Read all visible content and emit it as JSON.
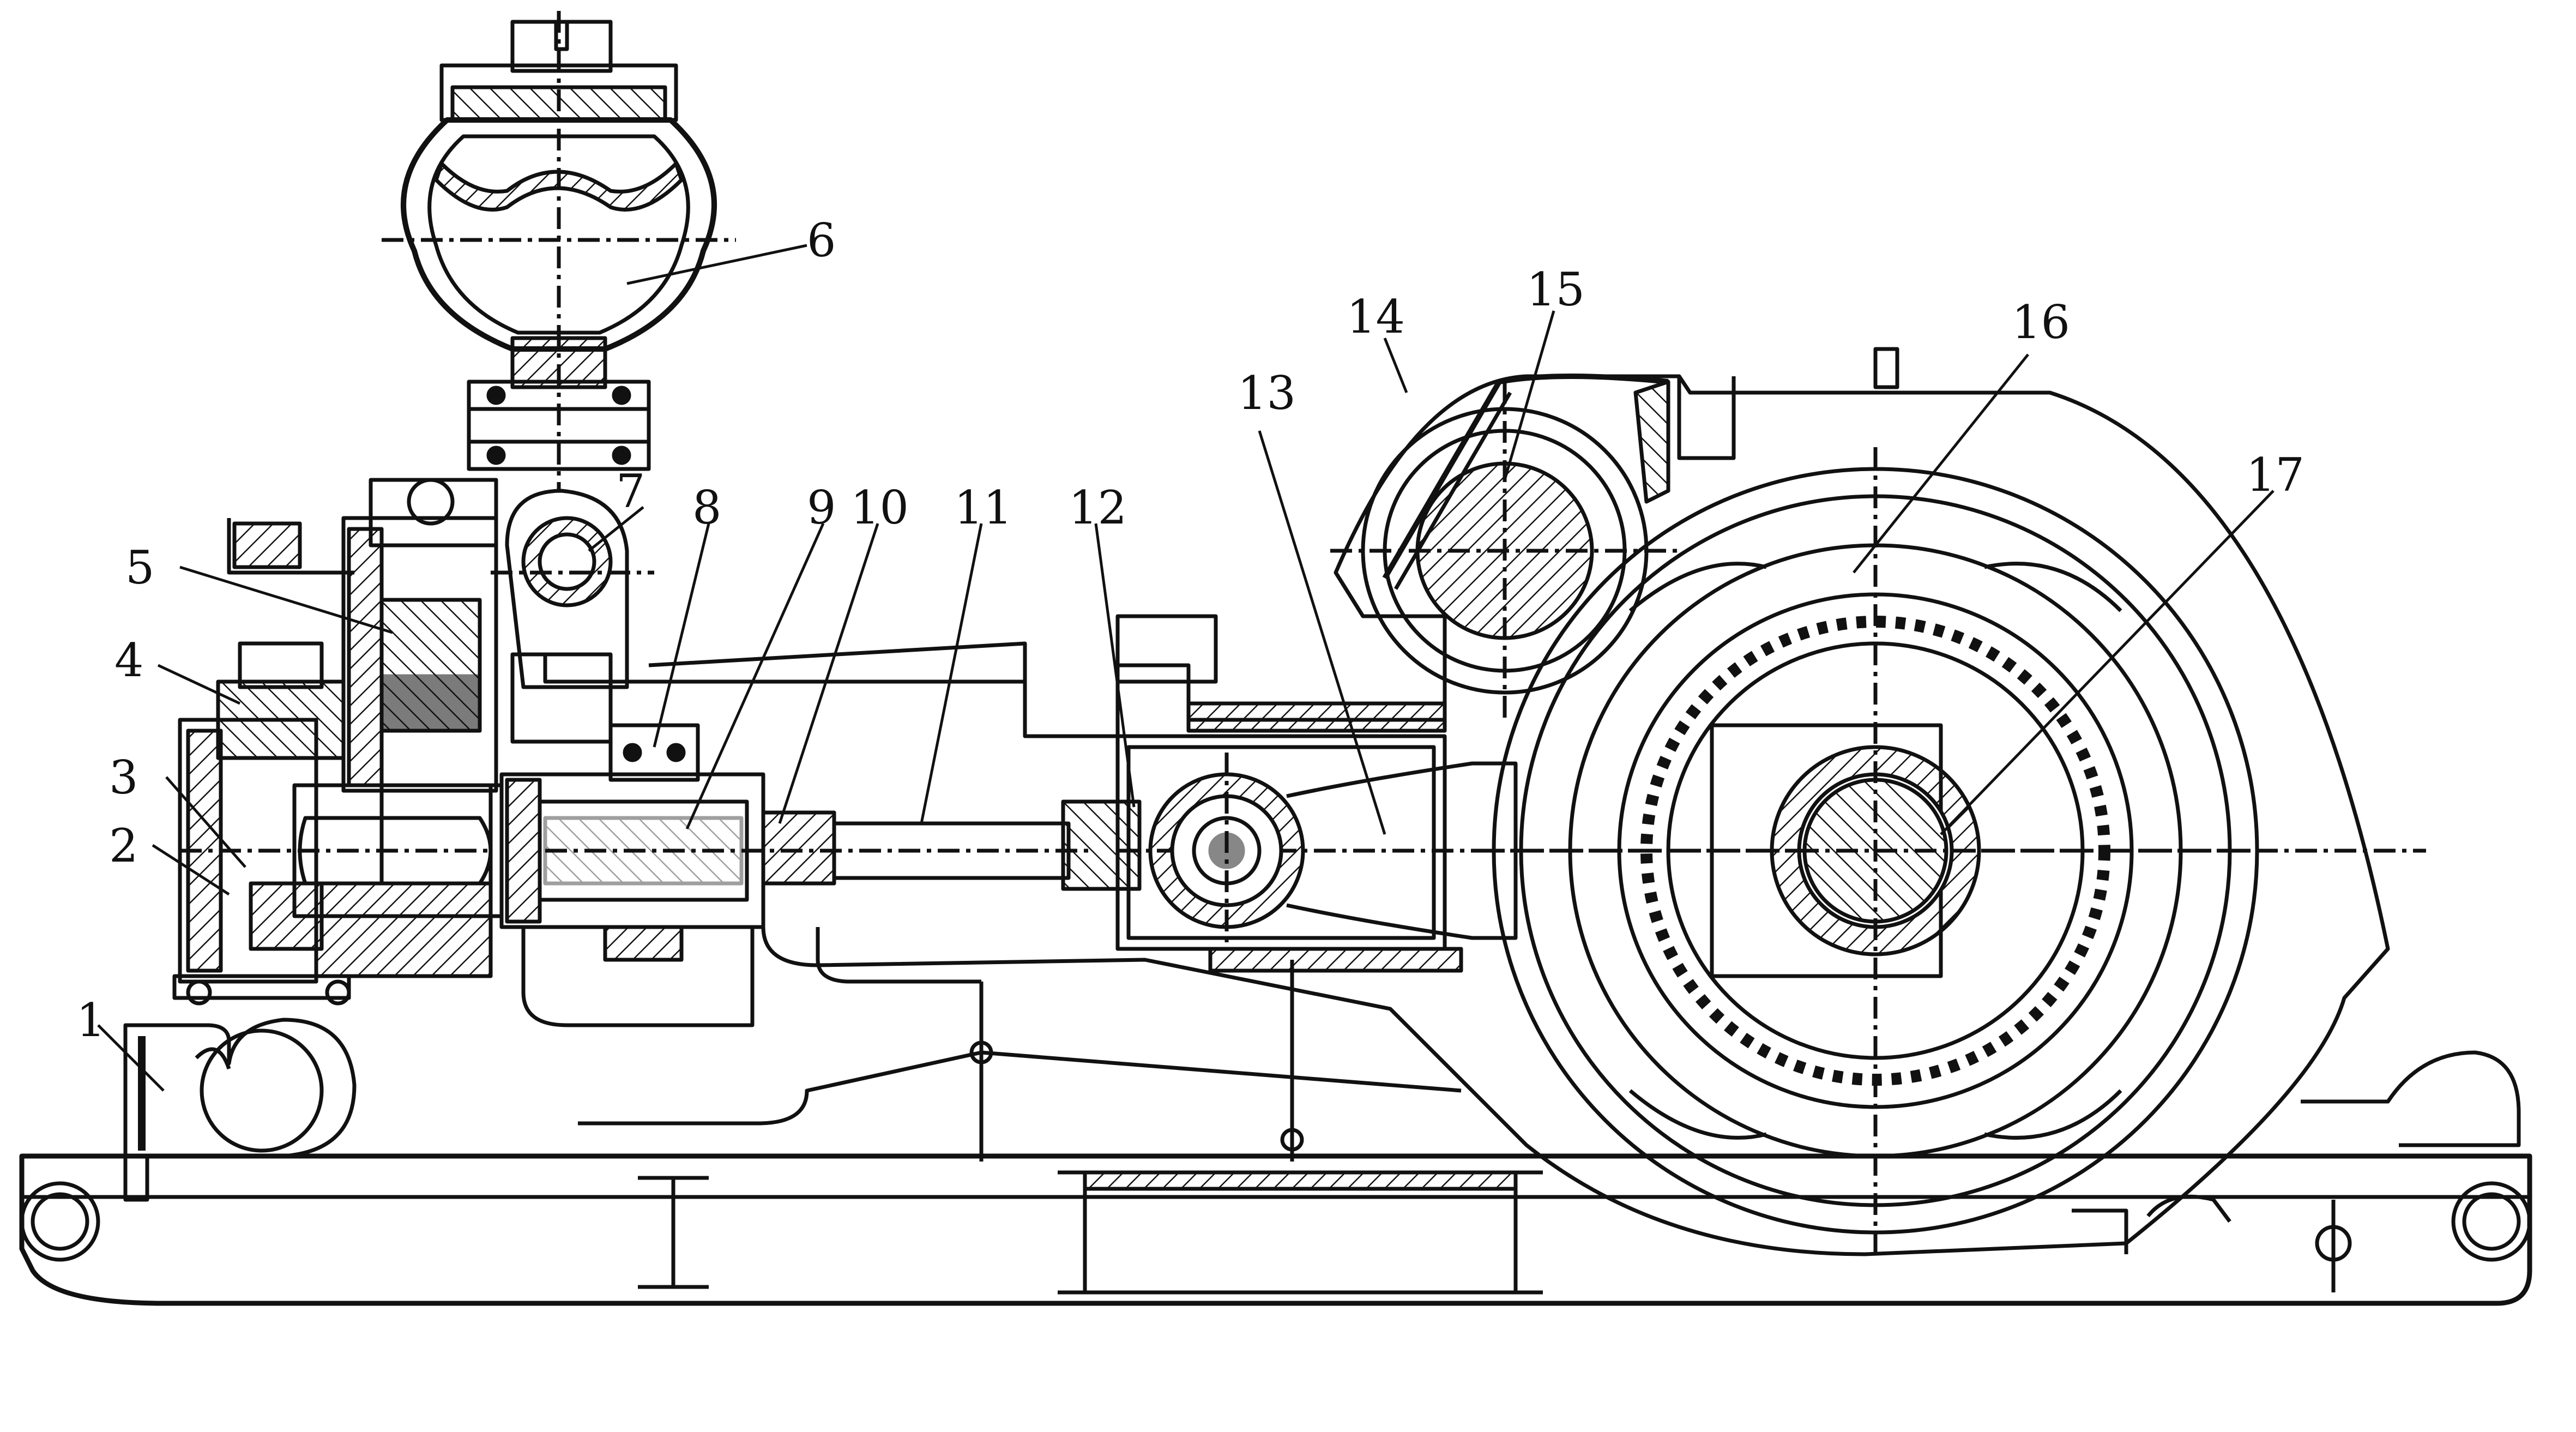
{
  "diagram": {
    "ink_color": "#111111",
    "paper_color": "#ffffff",
    "labels": [
      {
        "id": "1",
        "text": "1"
      },
      {
        "id": "2",
        "text": "2"
      },
      {
        "id": "3",
        "text": "3"
      },
      {
        "id": "4",
        "text": "4"
      },
      {
        "id": "5",
        "text": "5"
      },
      {
        "id": "6",
        "text": "6"
      },
      {
        "id": "7",
        "text": "7"
      },
      {
        "id": "8",
        "text": "8"
      },
      {
        "id": "9",
        "text": "9"
      },
      {
        "id": "10",
        "text": "10"
      },
      {
        "id": "11",
        "text": "11"
      },
      {
        "id": "12",
        "text": "12"
      },
      {
        "id": "13",
        "text": "13"
      },
      {
        "id": "14",
        "text": "14"
      },
      {
        "id": "15",
        "text": "15"
      },
      {
        "id": "16",
        "text": "16"
      },
      {
        "id": "17",
        "text": "17"
      }
    ]
  }
}
